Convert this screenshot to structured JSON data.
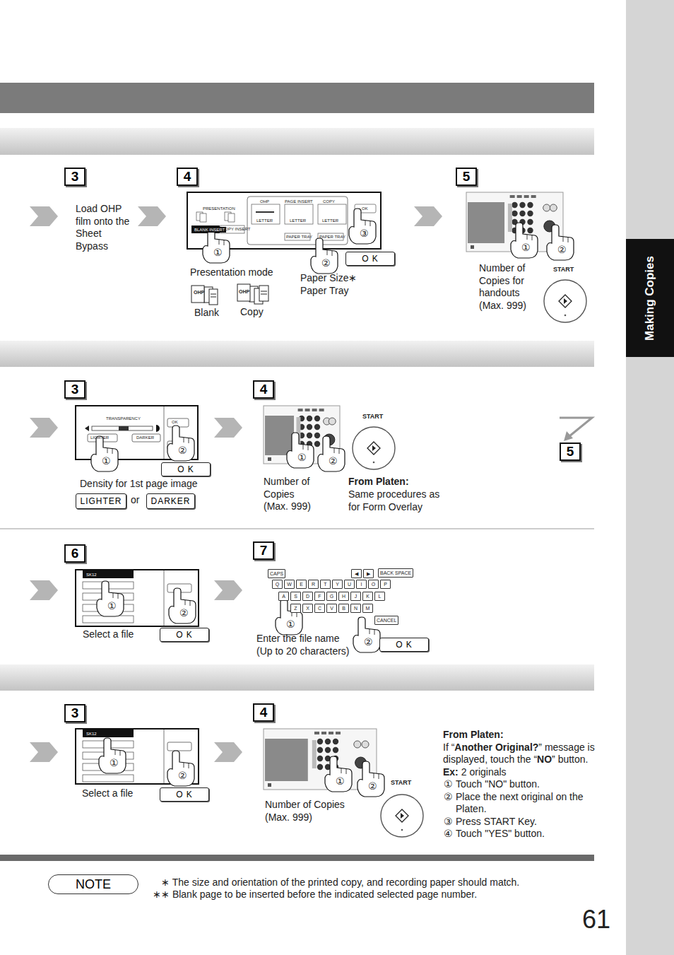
{
  "diagram": {
    "nodes": [
      {
        "text": [
          "3"
        ]
      },
      {
        "text": [
          "4"
        ]
      },
      {
        "text": [
          "5"
        ]
      },
      {
        "text": [
          "O K"
        ]
      },
      {
        "text": [
          "3"
        ]
      },
      {
        "text": [
          "4"
        ]
      },
      {
        "text": [
          "5"
        ]
      },
      {
        "text": [
          "O K"
        ]
      },
      {
        "text": [
          "LIGHTER"
        ]
      },
      {
        "text": [
          "DARKER"
        ]
      },
      {
        "text": [
          "6"
        ]
      },
      {
        "text": [
          "7"
        ]
      },
      {
        "text": [
          "O K"
        ]
      },
      {
        "text": [
          "O K"
        ]
      },
      {
        "text": [
          "3"
        ]
      },
      {
        "text": [
          "4"
        ]
      },
      {
        "text": [
          "O K"
        ]
      },
      {
        "text": [
          "NOTE"
        ]
      },
      {
        "text": [
          "Making Copies"
        ]
      }
    ],
    "labels": [
      "Load OHP film onto the Sheet Bypass",
      "PRESENTATION",
      "OHP",
      "PAGE INSERT",
      "COPY",
      "LETTER",
      "LETTER",
      "LETTER",
      "PAPER TRAY",
      "PAPER TRAY",
      "OK",
      "BLANK INSERT",
      "COPY INSERT",
      "①",
      "②",
      "③",
      "Presentation mode",
      "Paper Size∗",
      "Paper Tray",
      "OHP",
      "OHP",
      "Blank",
      "Copy",
      "①",
      "②",
      "Number of Copies for handouts (Max. 999)",
      "START",
      "TRANSPARENCY",
      "LIGHTER",
      "DARKER",
      "OK",
      "①",
      "②",
      "Density for 1st page image",
      "or",
      "①",
      "②",
      "Number of Copies (Max. 999)",
      "START",
      "From Platen:",
      "Same procedures as for Form Overlay",
      "SK12",
      "①",
      "②",
      "Select a file",
      "CAPS",
      "◀",
      "▶",
      "BACK SPACE",
      "Q",
      "W",
      "E",
      "R",
      "T",
      "Y",
      "U",
      "I",
      "O",
      "P",
      "A",
      "S",
      "D",
      "F",
      "G",
      "H",
      "J",
      "K",
      "L",
      "Z",
      "X",
      "C",
      "V",
      "B",
      "N",
      "M",
      "CANCEL",
      "①",
      "②",
      "Enter the file name (Up to 20 characters)",
      "SK12",
      "①",
      "②",
      "Select a file",
      "①",
      "②",
      "Number of Copies (Max. 999)",
      "START",
      "From Platen:",
      "If “",
      "Another Original?",
      "” message is displayed, touch the “",
      "NO",
      "” button.",
      "Ex:",
      "2 originals",
      "①",
      "Touch \"NO\" button.",
      "②",
      "Place the next original on the Platen.",
      "③",
      "Press START Key.",
      "④",
      "Touch \"YES\" button.",
      "∗ The size and orientation of the printed copy, and recording paper should match.",
      "∗∗ Blank page to be inserted before the indicated selected page number.",
      "61"
    ]
  }
}
